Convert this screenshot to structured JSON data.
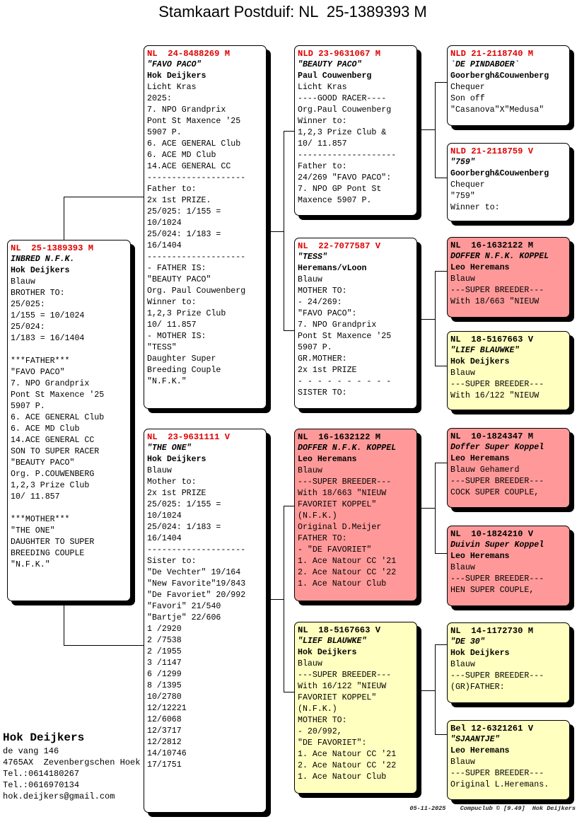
{
  "title": "Stamkaart Postduif: NL  25-1389393 M",
  "boxes": [
    {
      "role": "subject",
      "color": "#ffffff",
      "ring": "NL  25-1389393 M",
      "name": "INBRED N.F.K.",
      "owner": "Hok Deijkers",
      "lines": [
        "Blauw",
        "BROTHER TO:",
        "25/025:",
        "1/155 = 10/1024",
        "25/024:",
        "1/183 = 16/1404",
        "",
        "***FATHER***",
        "\"FAVO PACO\"",
        "7. NPO Grandprix",
        "Pont St Maxence '25",
        "5907 P.",
        "6. ACE GENERAL Club",
        "6. ACE MD Club",
        "14.ACE GENERAL CC",
        "SON TO SUPER RACER",
        "\"BEAUTY PACO\"",
        "Org. P.COUWENBERG",
        "1,2,3 Prize Club",
        "10/ 11.857",
        "",
        "***MOTHER***",
        "\"THE ONE\"",
        "DAUGHTER TO SUPER",
        "BREEDING COUPLE",
        "\"N.F.K.\""
      ]
    },
    {
      "role": "father",
      "color": "#ffffff",
      "ring": "NL  24-8488269 M",
      "name": "\"FAVO PACO\"",
      "owner": "Hok Deijkers",
      "lines": [
        "Licht Kras",
        "2025:",
        "7. NPO Grandprix",
        "Pont St Maxence '25",
        "5907 P.",
        "6. ACE GENERAL Club",
        "6. ACE MD Club",
        "14.ACE GENERAL CC",
        "--------------------",
        "Father to:",
        "2x 1st PRIZE.",
        "25/025: 1/155 =",
        "10/1024",
        "25/024: 1/183 =",
        "16/1404",
        "--------------------",
        "- FATHER IS:",
        "\"BEAUTY PACO\"",
        "Org. Paul Couwenberg",
        "Winner to:",
        "1,2,3 Prize Club",
        "10/ 11.857",
        "- MOTHER IS:",
        "\"TESS\"",
        "Daughter Super",
        "Breeding Couple",
        "\"N.F.K.\""
      ]
    },
    {
      "role": "mother",
      "color": "#ffffff",
      "ring": "NL  23-9631111 V",
      "name": "\"THE ONE\"",
      "owner": "Hok Deijkers",
      "lines": [
        "Blauw",
        "Mother to:",
        "2x 1st PRIZE",
        "25/025: 1/155 =",
        "10/1024",
        "25/024: 1/183 =",
        "16/1404",
        "--------------------",
        "Sister to:",
        "\"De Vechter\" 19/164",
        "\"New Favorite\"19/843",
        "\"De Favoriet\" 20/992",
        "\"Favori\" 21/540",
        "\"Bartje\" 22/606",
        "1 /2920",
        "2 /7538",
        "2 /1955",
        "3 /1147",
        "6 /1299",
        "8 /1395",
        "10/2780",
        "12/12221",
        "12/6068",
        "12/3717",
        "12/2812",
        "14/10746",
        "17/1751"
      ]
    },
    {
      "role": "father-father",
      "color": "#ffffff",
      "ring": "NLD 23-9631067 M",
      "name": "\"BEAUTY PACO\"",
      "owner": "Paul Couwenberg",
      "lines": [
        "Licht Kras",
        "----GOOD RACER----",
        "Org.Paul Couwenberg",
        "Winner to:",
        "1,2,3 Prize Club &",
        "10/ 11.857",
        "--------------------",
        "Father to:",
        "24/269 \"FAVO PACO\":",
        "7. NPO GP Pont St",
        "Maxence 5907 P."
      ]
    },
    {
      "role": "father-mother",
      "color": "#ffffff",
      "ring": "NL  22-7077587 V",
      "name": "\"TESS\"",
      "owner": "Heremans/vLoon",
      "lines": [
        "Blauw",
        "MOTHER TO:",
        "- 24/269:",
        "\"FAVO PACO\":",
        "7. NPO Grandprix",
        "Pont St Maxence '25",
        "5907 P.",
        "GR.MOTHER:",
        "2x 1st PRIZE",
        "- - - - - - - - - -",
        "SISTER TO:"
      ]
    },
    {
      "role": "mother-father",
      "color": "#ff9999",
      "ring": "NL  16-1632122 M",
      "name": "DOFFER N.F.K. KOPPEL",
      "owner": "Leo Heremans",
      "lines": [
        "Blauw",
        "---SUPER BREEDER---",
        "With 18/663 \"NIEUW",
        "FAVORIET KOPPEL\"",
        "(N.F.K.)",
        "Original D.Meijer",
        "FATHER TO:",
        "- \"DE FAVORIET\"",
        "1. Ace Natour CC '21",
        "2. Ace Natour CC '22",
        "1. Ace Natour Club"
      ]
    },
    {
      "role": "mother-mother",
      "color": "#ffffc0",
      "ring": "NL  18-5167663 V",
      "name": "\"LIEF BLAUWKE\"",
      "owner": "Hok Deijkers",
      "lines": [
        "Blauw",
        "---SUPER BREEDER---",
        "With 16/122 \"NIEUW",
        "FAVORIET KOPPEL\"",
        "(N.F.K.)",
        "MOTHER TO:",
        "- 20/992,",
        "\"DE FAVORIET\":",
        "1. Ace Natour CC '21",
        "2. Ace Natour CC '22",
        "1. Ace Natour Club"
      ]
    },
    {
      "role": "ff-father",
      "color": "#ffffff",
      "ring": "NLD 21-2118740 M",
      "name": "`DE PINDABOER`",
      "owner": "Goorbergh&Couwenberg",
      "lines": [
        "Chequer",
        "Son off",
        "\"Casanova\"X\"Medusa\""
      ]
    },
    {
      "role": "ff-mother",
      "color": "#ffffff",
      "ring": "NLD 21-2118759 V",
      "name": "\"759\"",
      "owner": "Goorbergh&Couwenberg",
      "lines": [
        "Chequer",
        "\"759\"",
        "Winner to:"
      ]
    },
    {
      "role": "fm-father",
      "color": "#ff9999",
      "ring": "NL  16-1632122 M",
      "name": "DOFFER N.F.K. KOPPEL",
      "owner": "Leo Heremans",
      "lines": [
        "Blauw",
        "---SUPER BREEDER---",
        "With 18/663 \"NIEUW"
      ]
    },
    {
      "role": "fm-mother",
      "color": "#ffffc0",
      "ring": "NL  18-5167663 V",
      "name": "\"LIEF BLAUWKE\"",
      "owner": "Hok Deijkers",
      "lines": [
        "Blauw",
        "---SUPER BREEDER---",
        "With 16/122 \"NIEUW"
      ]
    },
    {
      "role": "mf-father",
      "color": "#ff9999",
      "ring": "NL  10-1824347 M",
      "name": "Doffer Super Koppel",
      "owner": "Leo Heremans",
      "lines": [
        "Blauw Gehamerd",
        "---SUPER BREEDER---",
        "COCK SUPER COUPLE,"
      ]
    },
    {
      "role": "mf-mother",
      "color": "#ff9999",
      "ring": "NL  10-1824210 V",
      "name": "Duivin Super Koppel",
      "owner": "Leo Heremans",
      "lines": [
        "Blauw",
        "---SUPER BREEDER---",
        "HEN SUPER COUPLE,"
      ]
    },
    {
      "role": "mm-father",
      "color": "#ffffc0",
      "ring": "NL  14-1172730 M",
      "name": "\"DE 30\"",
      "owner": "Hok Deijkers",
      "lines": [
        "Blauw",
        "---SUPER BREEDER---",
        "(GR)FATHER:"
      ]
    },
    {
      "role": "mm-mother",
      "color": "#ffffc0",
      "ring": "Bel 12-6321261 V",
      "name": "\"SJAANTJE\"",
      "owner": "Leo Heremans",
      "lines": [
        "Blauw",
        "---SUPER BREEDER---",
        "Original L.Heremans."
      ]
    }
  ],
  "breeder": {
    "name": "Hok Deijkers",
    "lines": [
      "de vang 146",
      "4765AX  Zevenbergschen Hoek",
      "Tel.:0614180267",
      "Tel.:0616970134",
      "hok.deijkers@gmail.com"
    ]
  },
  "footer": "05-11-2025    Compuclub © [9.49]  Hok Deijkers"
}
